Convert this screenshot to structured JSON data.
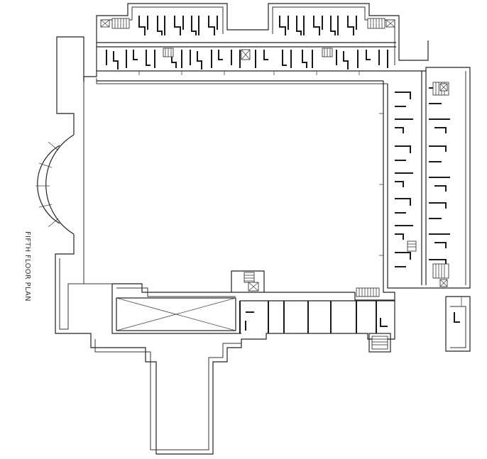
{
  "drawing": {
    "label": "FIFTH FLOOR PLAN",
    "north_wing_units": 12,
    "east_wing_units": 11
  }
}
